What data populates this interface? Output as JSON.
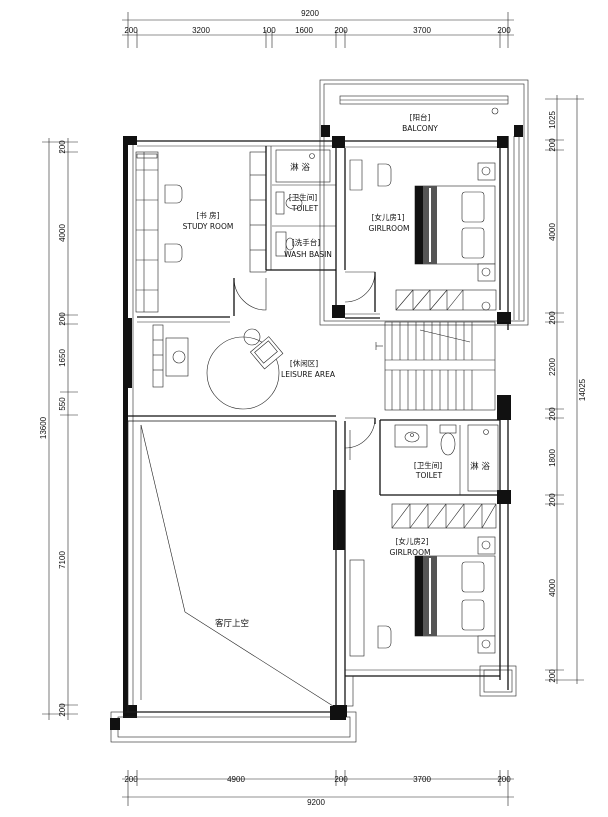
{
  "dimensions": {
    "top_total": "9200",
    "top_segments": [
      "200",
      "3200",
      "100",
      "1600",
      "200",
      "3700",
      "200"
    ],
    "bottom_total": "9200",
    "bottom_segments": [
      "200",
      "4900",
      "200",
      "3700",
      "200"
    ],
    "left_total": "13600",
    "left_segments": [
      "200",
      "4000",
      "200",
      "1650",
      "550",
      "7100",
      "200"
    ],
    "right_total": "14025",
    "right_segments": [
      "1025",
      "200",
      "4000",
      "200",
      "2200",
      "200",
      "1800",
      "200",
      "4000",
      "200"
    ]
  },
  "rooms": {
    "balcony": {
      "cn": "[阳台]",
      "en": "BALCONY"
    },
    "shower_top": {
      "cn": "淋 浴"
    },
    "toilet_top": {
      "cn": "[卫生间]",
      "en": "TOILET"
    },
    "wash_basin": {
      "cn": "[洗手台]",
      "en": "WASH BASIN"
    },
    "study": {
      "cn": "[书 房]",
      "en": "STUDY ROOM"
    },
    "girlroom1": {
      "cn": "[女儿房1]",
      "en": "GIRLROOM"
    },
    "leisure": {
      "cn": "[休闲区]",
      "en": "LEISURE AREA"
    },
    "toilet_bottom": {
      "cn": "[卫生间]",
      "en": "TOILET"
    },
    "shower_bottom": {
      "cn": "淋 浴"
    },
    "girlroom2": {
      "cn": "[女儿房2]",
      "en": "GIRLROOM"
    },
    "living_void": {
      "cn": "客厅上空"
    }
  }
}
